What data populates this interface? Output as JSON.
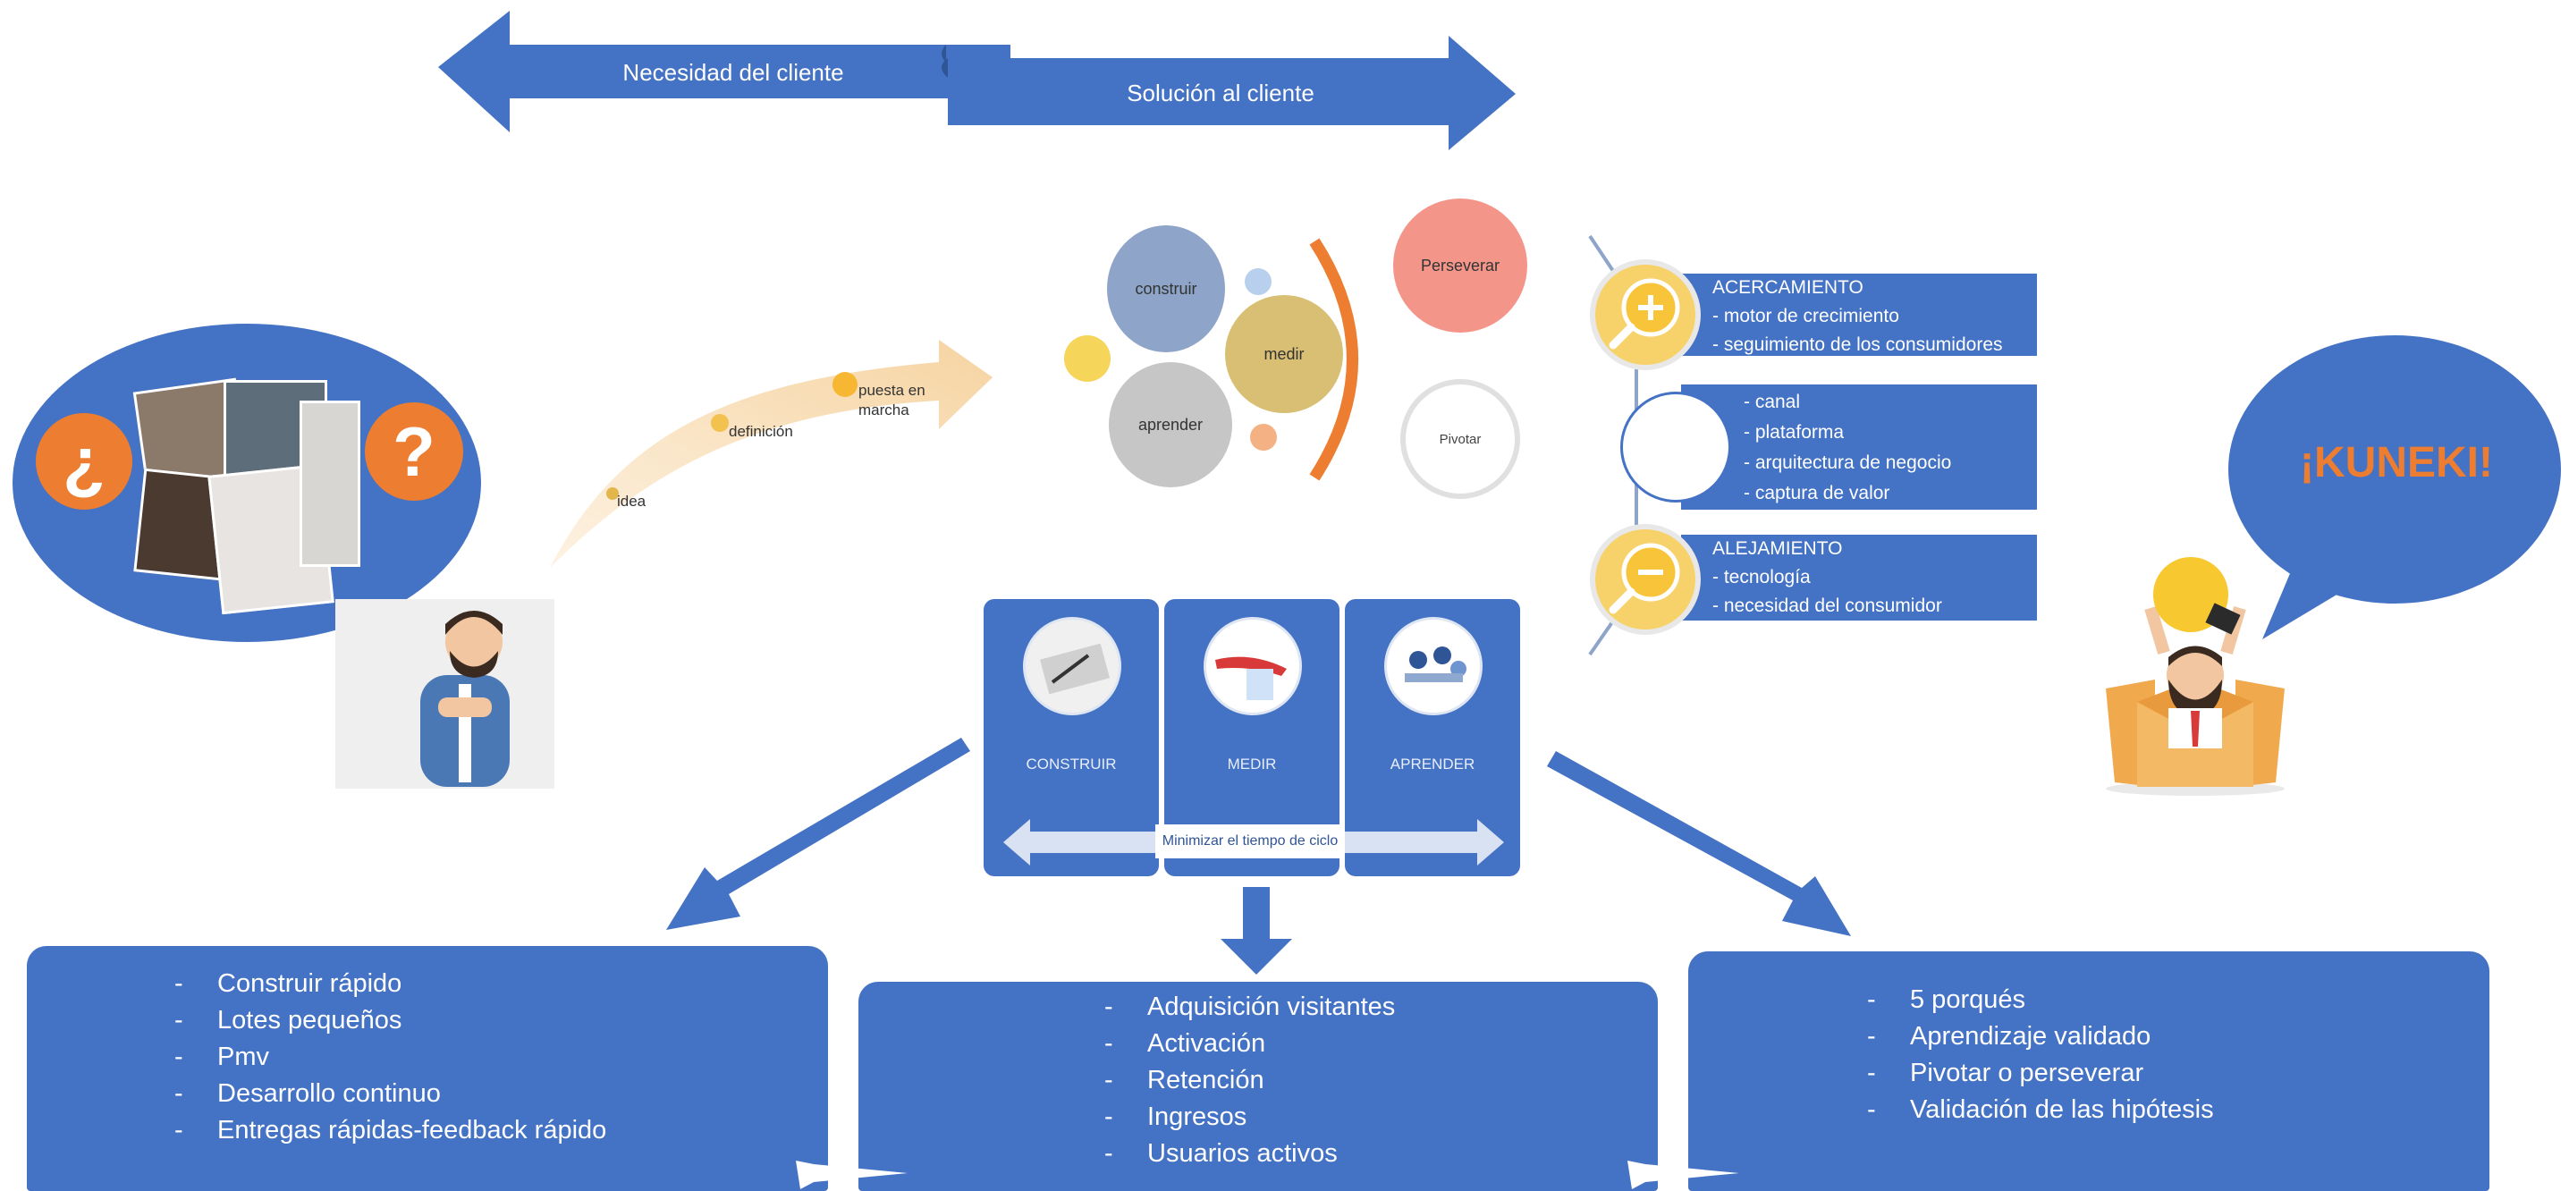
{
  "top_arrows": {
    "left_label": "Necesidad del cliente",
    "right_label": "Solución al cliente"
  },
  "left_bubble": {
    "open_question_mark": "¿",
    "close_question_mark": "?"
  },
  "growth_curve": {
    "steps": [
      "idea",
      "definición",
      "puesta en",
      "marcha"
    ]
  },
  "cycle_circles": {
    "build": "construir",
    "measure": "medir",
    "learn": "aprender",
    "persevere": "Perseverar",
    "pivot": "Pivotar"
  },
  "zoom_list": {
    "approach_title": "ACERCAMIENTO",
    "approach_items": [
      "- motor de crecimiento",
      "- seguimiento de los consumidores"
    ],
    "middle_items": [
      "- canal",
      "- plataforma",
      "- arquitectura de negocio",
      "- captura de valor"
    ],
    "away_title": "ALEJAMIENTO",
    "away_items": [
      "- tecnología",
      "- necesidad del consumidor"
    ]
  },
  "loop_panel": {
    "build_label": "CONSTRUIR",
    "measure_label": "MEDIR",
    "learn_label": "APRENDER",
    "cycle_label": "Minimizar el tiempo de ciclo"
  },
  "right_bubble": {
    "text": "¡KUNEKI!"
  },
  "bottom_boxes": {
    "dash": "-",
    "left": [
      "Construir rápido",
      "Lotes pequeños",
      "Pmv",
      "Desarrollo continuo",
      "Entregas rápidas-feedback rápido"
    ],
    "center": [
      "Adquisición visitantes",
      "Activación",
      "Retención",
      "Ingresos",
      "Usuarios activos"
    ],
    "right": [
      "5 porqués",
      "Aprendizaje validado",
      "Pivotar o perseverar",
      "Validación de las hipótesis"
    ]
  },
  "colors": {
    "primary_blue": "#4472c4",
    "orange": "#ed7d31",
    "curve_peach": "#f8d9ac"
  }
}
